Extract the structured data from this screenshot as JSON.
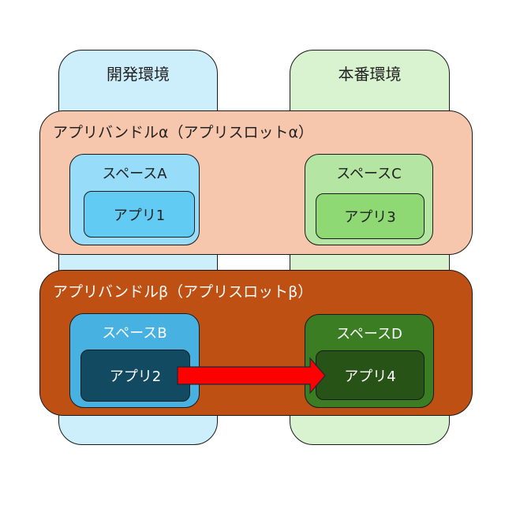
{
  "environments": {
    "dev": {
      "label": "開発環境",
      "fill": "#cdeefb"
    },
    "prod": {
      "label": "本番環境",
      "fill": "#d9f2d0"
    }
  },
  "bundles": {
    "alpha": {
      "label": "アプリバンドルα（アプリスロットα）",
      "fill": "#f6c6ad",
      "text_color": "#222222"
    },
    "beta": {
      "label": "アプリバンドルβ（アプリスロットβ）",
      "fill": "#be5014",
      "text_color": "#ffffff"
    }
  },
  "spaces": {
    "a": {
      "label": "スペースA",
      "fill": "#97dcf8",
      "text_color": "#222222",
      "app": {
        "label": "アプリ1",
        "fill": "#61cbf3",
        "text_color": "#222222"
      }
    },
    "c": {
      "label": "スペースC",
      "fill": "#b4e5a2",
      "text_color": "#222222",
      "app": {
        "label": "アプリ3",
        "fill": "#8ed973",
        "text_color": "#222222"
      }
    },
    "b": {
      "label": "スペースB",
      "fill": "#47b2e2",
      "text_color": "#ffffff",
      "app": {
        "label": "アプリ2",
        "fill": "#124a61",
        "text_color": "#ffffff"
      }
    },
    "d": {
      "label": "スペースD",
      "fill": "#3b7d23",
      "text_color": "#ffffff",
      "app": {
        "label": "アプリ4",
        "fill": "#275317",
        "text_color": "#ffffff"
      }
    }
  },
  "arrow": {
    "from": "アプリ2",
    "to": "アプリ4",
    "color": "#ff0000"
  }
}
